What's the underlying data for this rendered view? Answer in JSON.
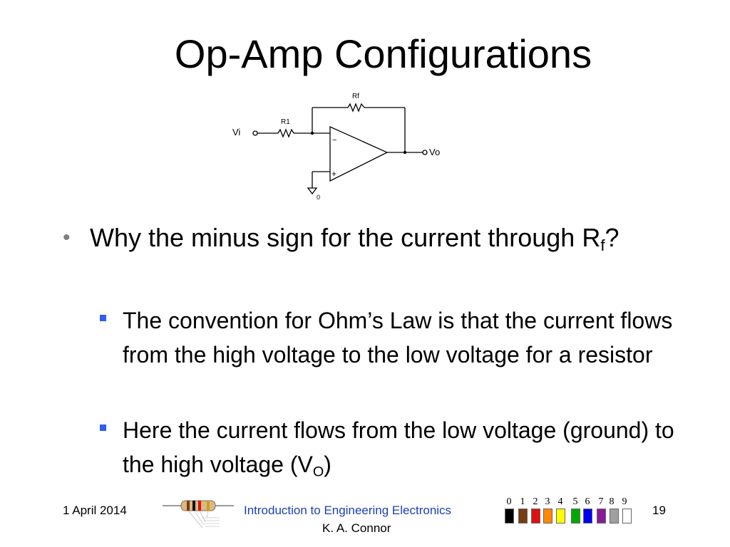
{
  "slide": {
    "title": "Op-Amp Configurations",
    "circuit": {
      "labels": {
        "rf": "Rf",
        "r1": "R1",
        "vi": "Vi",
        "vo": "Vo",
        "minus": "−",
        "plus": "+",
        "ground": "0"
      }
    },
    "bullet": {
      "text_before": "Why the minus sign for the current through R",
      "sub": "f",
      "text_after": "?"
    },
    "subbullets": [
      {
        "text": "The convention for Ohm’s Law is that the current flows from the high voltage to the low voltage for a resistor"
      },
      {
        "text_before": "Here the current flows from the low voltage (ground) to the high voltage (V",
        "sub": "O",
        "text_after": ")"
      }
    ]
  },
  "footer": {
    "date": "1 April 2014",
    "course": "Introduction to Engineering Electronics",
    "author": "K. A. Connor",
    "page": "19",
    "color_code": {
      "digits": [
        "0",
        "1",
        "2",
        "3",
        "4",
        "5",
        "6",
        "7",
        "8",
        "9"
      ],
      "colors": [
        "#000000",
        "#7a3b10",
        "#e01010",
        "#ff8800",
        "#ffff00",
        "#00aa00",
        "#0000ee",
        "#8a1a9a",
        "#a0a0a0",
        "#ffffff"
      ]
    }
  }
}
